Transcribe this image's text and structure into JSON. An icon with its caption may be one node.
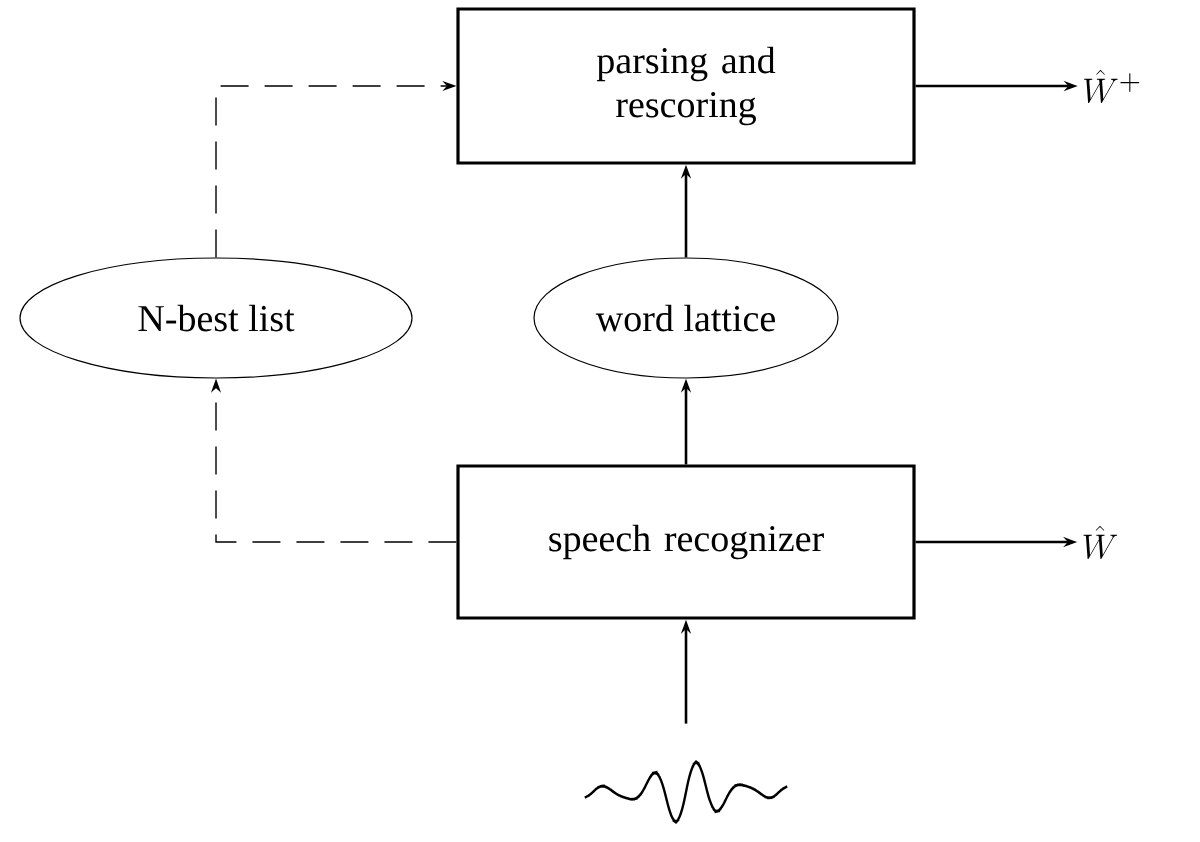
{
  "diagram": {
    "nodes": [
      {
        "text": [
          "parsing and rescoring"
        ]
      },
      {
        "text": [
          "N-best list"
        ]
      },
      {
        "text": [
          "word lattice"
        ]
      },
      {
        "text": [
          "speech recognizer"
        ]
      },
      {
        "text": [
          "\\hat{W}^+"
        ]
      },
      {
        "text": [
          "\\hat{W}"
        ]
      },
      {
        "text": [],
        "shape": "picture"
      }
    ],
    "edges": [
      {
        "from": 3,
        "to": 2,
        "arrow": "to"
      },
      {
        "from": 2,
        "to": 0,
        "arrow": "to"
      },
      {
        "from": 3,
        "to": 1,
        "arrow": "to",
        "style": "dashed"
      },
      {
        "from": 1,
        "to": 0,
        "arrow": "to",
        "style": "dashed"
      },
      {
        "from": 0,
        "to": 4,
        "arrow": "to"
      },
      {
        "from": 3,
        "to": 5,
        "arrow": "to"
      },
      {
        "from": 6,
        "to": 3,
        "arrow": "to"
      }
    ]
  }
}
